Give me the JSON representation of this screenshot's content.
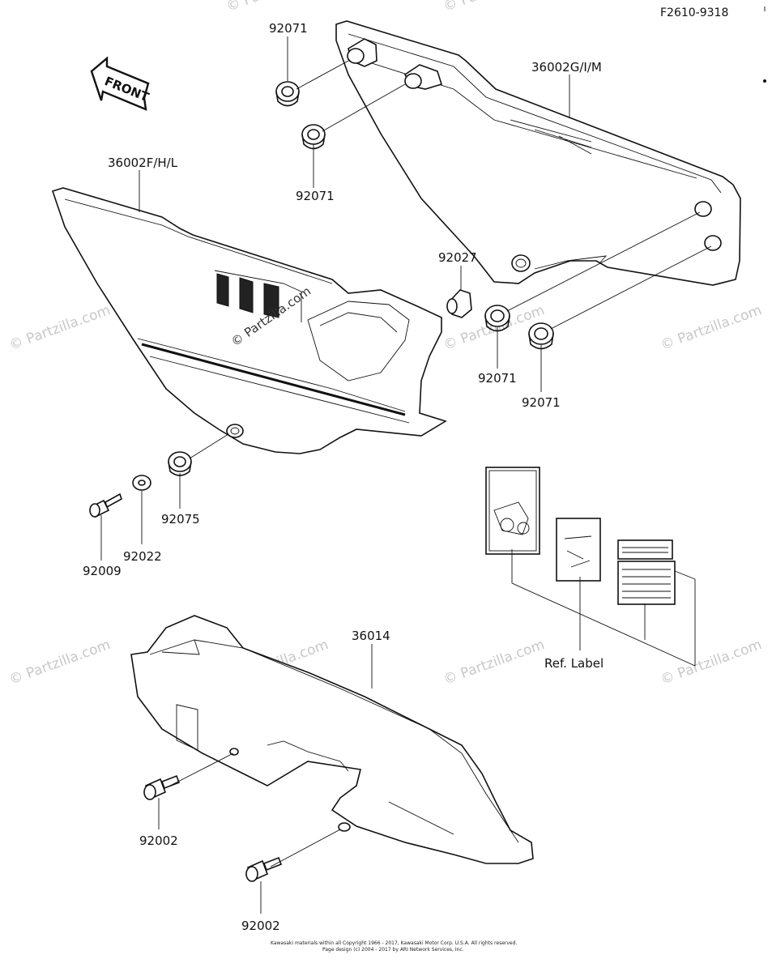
{
  "diagram": {
    "code": "F2610-9318",
    "front_arrow_label": "FRONT",
    "labels": {
      "right_cover": "36002G/I/M",
      "left_cover": "36002F/H/L",
      "chain_cover": "36014",
      "grommet_top_1": "92071",
      "grommet_top_2": "92071",
      "grommet_right_1": "92071",
      "grommet_right_2": "92071",
      "damper": "92027",
      "grommet_lower": "92075",
      "washer": "92022",
      "bolt_small": "92009",
      "bolt_chain_1": "92002",
      "bolt_chain_2": "92002",
      "ref_label": "Ref. Label"
    },
    "watermarks": [
      "© Partzilla.com",
      "© Partzilla.com",
      "© Partzilla.com",
      "© Partzilla.com",
      "© Partzilla.com",
      "© Partzilla.com",
      "© Partzilla.com",
      "© Partzilla.com",
      "© Partzilla.com"
    ],
    "center_watermark": "© Partzilla.com",
    "footer_line_1": "Kawasaki materials within all Copyright 1966 - 2017, Kawasaki Motor Corp. U.S.A. All rights reserved.",
    "footer_line_2": "Page design (c) 2004 - 2017 by ARI Network Services, Inc."
  }
}
